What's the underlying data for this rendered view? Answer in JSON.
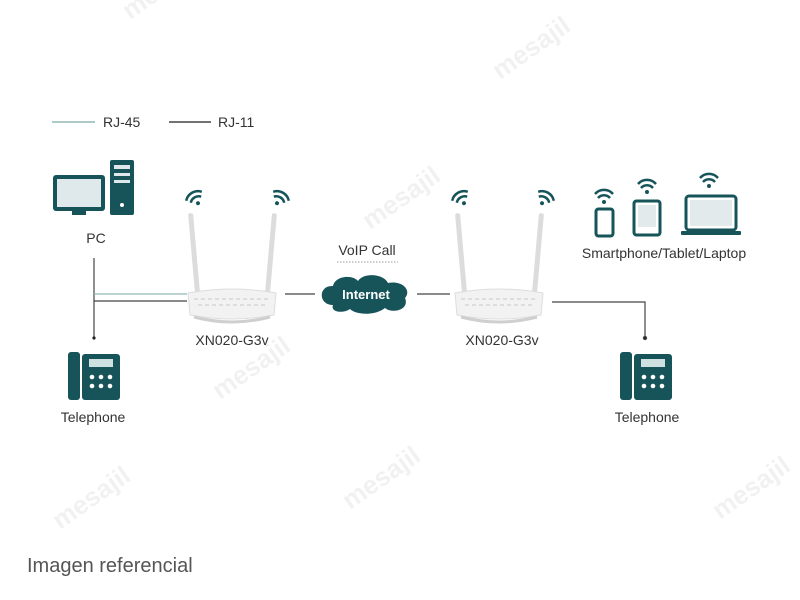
{
  "legend": {
    "rj45": "RJ-45",
    "rj11": "RJ-11"
  },
  "nodes": {
    "pc": "PC",
    "telephone_left": "Telephone",
    "router_left": "XN020-G3v",
    "voip": "VoIP Call",
    "internet": "Internet",
    "router_right": "XN020-G3v",
    "telephone_right": "Telephone",
    "wireless_devices": "Smartphone/Tablet/Laptop"
  },
  "footer": "Imagen referencial",
  "watermark": "mesajil",
  "colors": {
    "teal": "#17545a",
    "rj45_line": "#8fb8b8",
    "rj11_line": "#444444",
    "text": "#333333"
  }
}
